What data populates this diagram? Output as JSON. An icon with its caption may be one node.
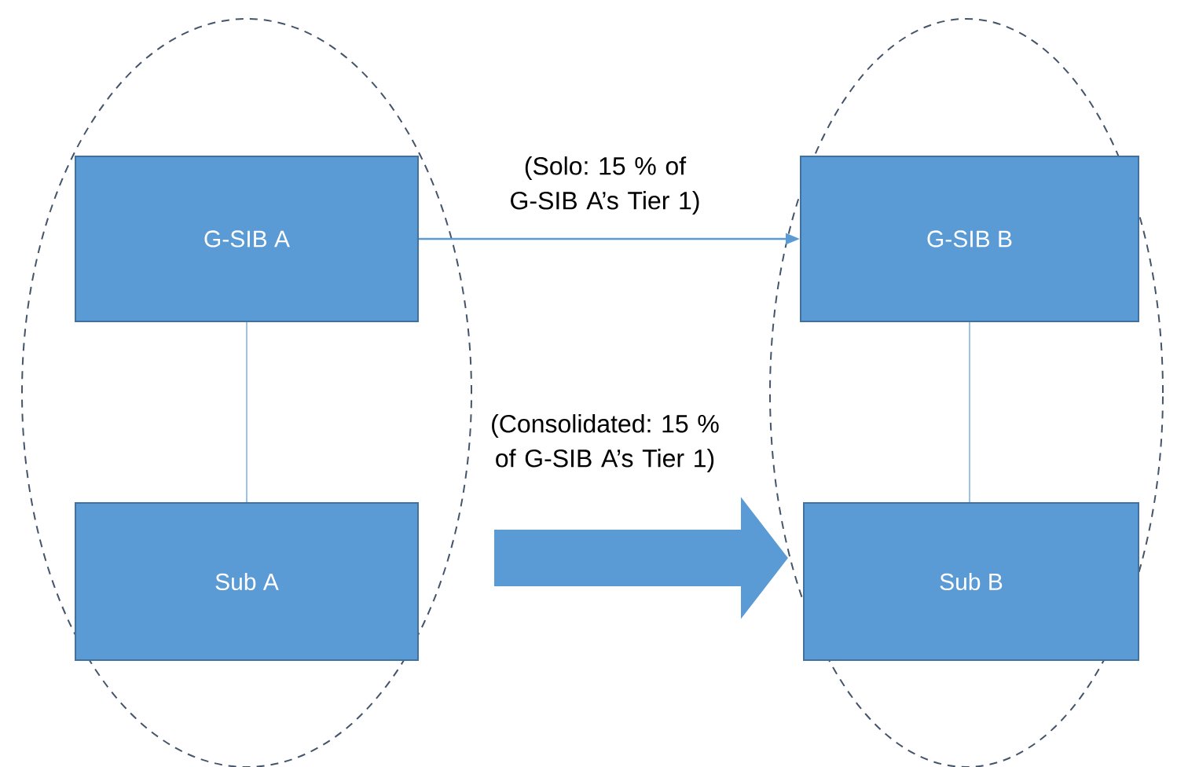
{
  "diagram": {
    "nodes": [
      {
        "text": [],
        "shape": "ellipse"
      },
      {
        "text": [],
        "shape": "ellipse"
      },
      {
        "text": [
          "G-SIB A"
        ],
        "in": 0
      },
      {
        "text": [
          "Sub A"
        ],
        "in": 0
      },
      {
        "text": [
          "G-SIB B"
        ],
        "in": 1
      },
      {
        "text": [
          "Sub B"
        ],
        "in": 1
      }
    ],
    "edges": [
      {
        "from": 2,
        "to": 4,
        "arrow": "to",
        "label": "(Solo: 15 % of G-SIB A’s Tier 1)"
      },
      {
        "from": 2,
        "to": 3,
        "arrow": "none"
      },
      {
        "from": 4,
        "to": 5,
        "arrow": "none"
      },
      {
        "from": 0,
        "to": 1,
        "arrow": "to",
        "style": "thick",
        "label": "(Consolidated: 15 % of G-SIB A’s Tier 1)"
      }
    ]
  }
}
